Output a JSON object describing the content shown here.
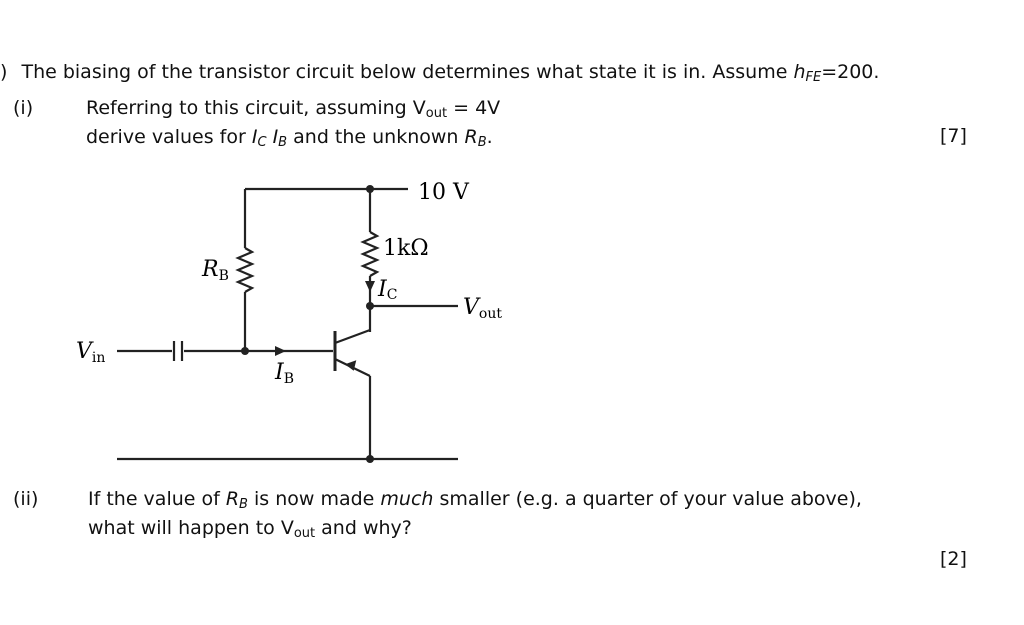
{
  "q_marker": ")",
  "intro": {
    "text": "The biasing of the transistor circuit below determines what state it is in.  Assume ",
    "h": "h",
    "h_sub": "FE",
    "tail": "=200."
  },
  "part_i": {
    "label": "(i)",
    "line1_a": "Referring to this circuit, assuming V",
    "line1_sub": "out",
    "line1_b": " = 4V",
    "line2_a": "derive values for ",
    "ic": "I",
    "ic_sub": "C",
    "ib": "I",
    "ib_sub": "B",
    "line2_b": " and the unknown ",
    "rb": "R",
    "rb_sub": "B",
    "line2_c": ".",
    "marks": "[7]"
  },
  "circuit": {
    "supply": "10 V",
    "rc": "1kΩ",
    "rb_main": "R",
    "rb_sub": "B",
    "ic_main": "I",
    "ic_sub": "C",
    "ib_main": "I",
    "ib_sub": "B",
    "vin_main": "V",
    "vin_sub": "in",
    "vout_main": "V",
    "vout_sub": "out"
  },
  "part_ii": {
    "label": "(ii)",
    "line1_a": "If the value of ",
    "rb": "R",
    "rb_sub": "B",
    "line1_b": " is now made ",
    "much": "much",
    "line1_c": " smaller (e.g. a quarter of your value above),",
    "line2_a": "what will happen to V",
    "line2_sub": "out",
    "line2_b": " and why?",
    "marks": "[2]"
  }
}
